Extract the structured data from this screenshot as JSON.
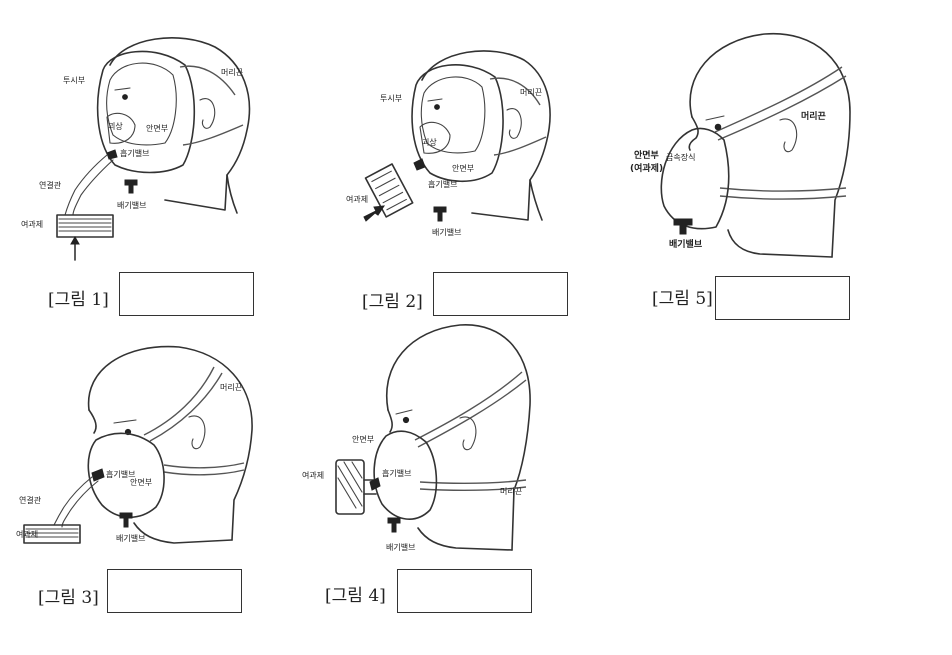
{
  "figures": [
    {
      "id": 1,
      "label": "[그림 1]",
      "parts": {
        "visor": "투시부",
        "straps": "머리끈",
        "inner_mask": "괴상",
        "facepiece": "안면부",
        "inhale_valve": "흡기밸브",
        "hose": "연결관",
        "filter": "여과제",
        "exhale_valve": "배기밸브"
      }
    },
    {
      "id": 2,
      "label": "[그림 2]",
      "parts": {
        "visor": "투시부",
        "straps": "머리끈",
        "inner_mask": "괴상",
        "facepiece": "안면부",
        "inhale_valve": "흡기밸브",
        "filter": "여과제",
        "exhale_valve": "배기밸브"
      }
    },
    {
      "id": 5,
      "label": "[그림 5]",
      "parts": {
        "straps": "머리끈",
        "facepiece": "안면부",
        "filter_sub": "(여과제)",
        "metal_clip": "금속장식",
        "exhale_valve": "배기밸브"
      }
    },
    {
      "id": 3,
      "label": "[그림 3]",
      "parts": {
        "straps": "머리끈",
        "inhale_valve": "흡기밸브",
        "facepiece": "안면부",
        "hose": "연결관",
        "filter": "여과제",
        "exhale_valve": "배기밸브"
      }
    },
    {
      "id": 4,
      "label": "[그림 4]",
      "parts": {
        "facepiece": "안면부",
        "filter": "여과제",
        "inhale_valve": "흡기밸브",
        "straps": "머리끈",
        "exhale_valve": "배기밸브"
      }
    }
  ]
}
